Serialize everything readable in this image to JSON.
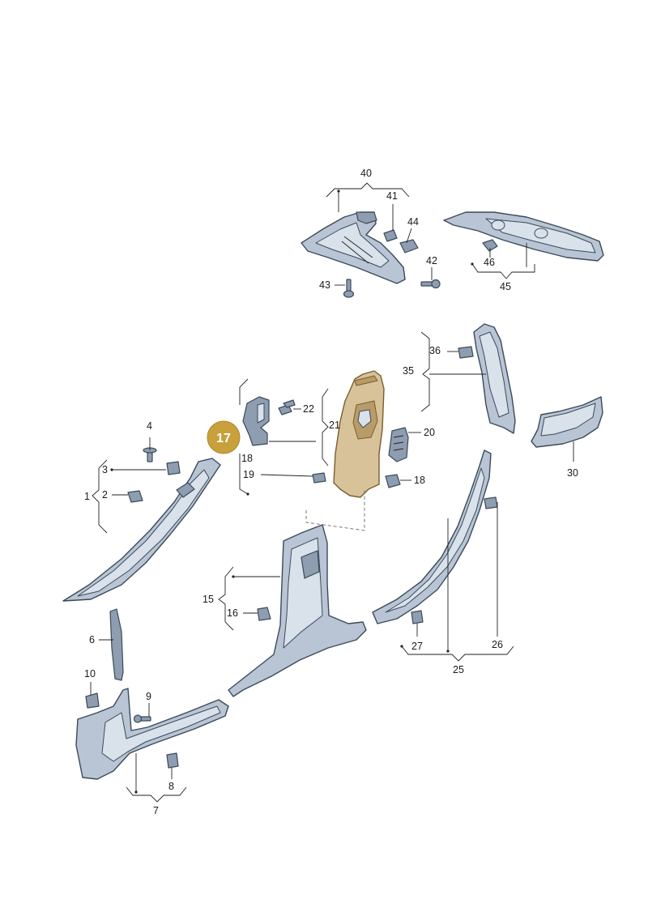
{
  "highlight": {
    "part_number": "17",
    "color": "#c8a03c"
  },
  "colors": {
    "trim": "#b9c5d4",
    "highlighted_part": "#d8c29a",
    "outline": "#3a4a5a"
  },
  "labels": {
    "l1": "1",
    "l2": "2",
    "l3": "3",
    "l4": "4",
    "l6": "6",
    "l7": "7",
    "l8": "8",
    "l9": "9",
    "l10": "10",
    "l15": "15",
    "l16": "16",
    "l18a": "18",
    "l18b": "18",
    "l19": "19",
    "l20": "20",
    "l21": "21",
    "l22": "22",
    "l25": "25",
    "l26": "26",
    "l27": "27",
    "l30": "30",
    "l35": "35",
    "l36": "36",
    "l40": "40",
    "l41": "41",
    "l42": "42",
    "l43": "43",
    "l44": "44",
    "l45": "45",
    "l46": "46"
  }
}
